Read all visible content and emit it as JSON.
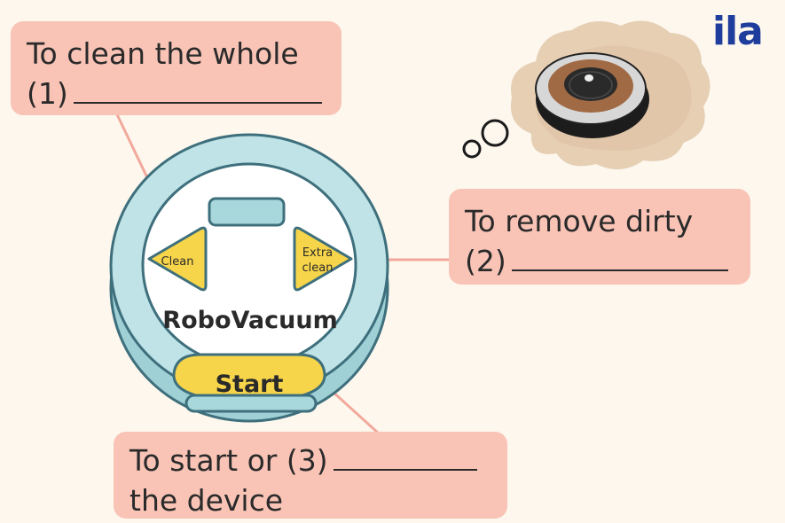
{
  "callouts": {
    "top_left": {
      "line1": "To clean the whole",
      "line2": "(1)"
    },
    "right": {
      "line1": "To remove dirty",
      "line2": "(2)"
    },
    "bottom": {
      "line1": "To start or (3)",
      "line2": "the device"
    }
  },
  "device": {
    "name": "RoboVacuum",
    "left_button": "Clean",
    "right_button_line1": "Extra",
    "right_button_line2": "clean",
    "start_button": "Start"
  },
  "logo": {
    "text": "ila"
  },
  "colors": {
    "background": "#fdf7ee",
    "callout": "#f9c4b6",
    "device_ring": "#bfe3e6",
    "device_outline": "#3e6f7c",
    "button_yellow": "#f7d54a",
    "logo_blue": "#1f3d9c"
  }
}
